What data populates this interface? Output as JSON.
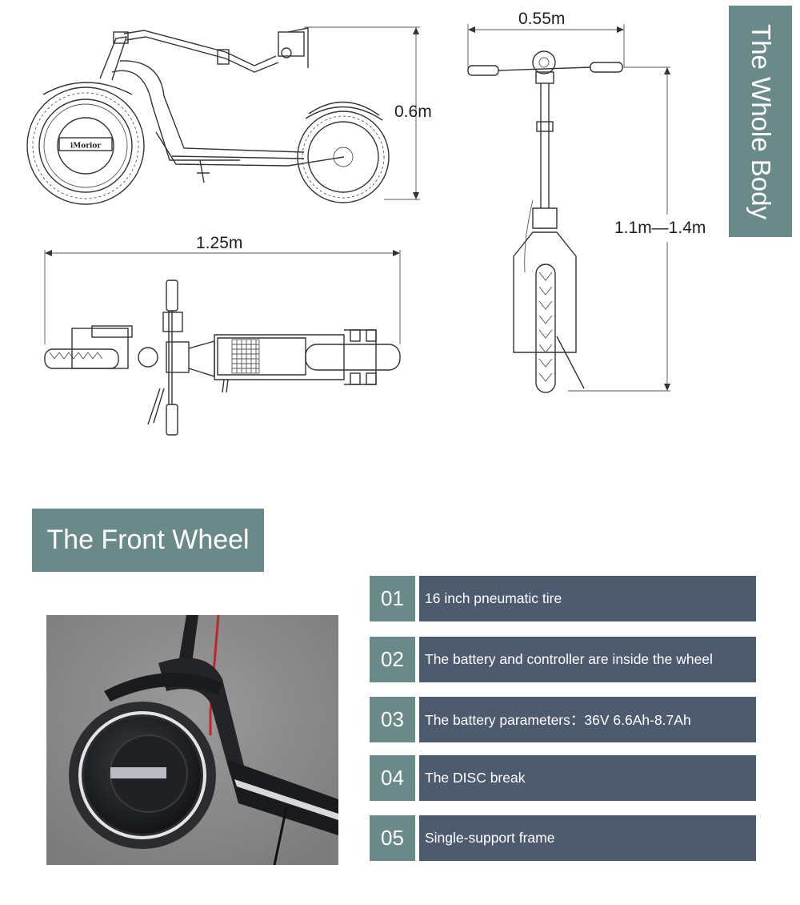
{
  "dimensions": {
    "side_height": "0.6m",
    "top_length": "1.25m",
    "front_width": "0.55m",
    "front_height": "1.1m—1.4m"
  },
  "wheel_logo": "iMorior",
  "section_whole_body": "The Whole Body",
  "section_front_wheel": "The Front Wheel",
  "features": [
    {
      "num": "01",
      "text": "16 inch pneumatic tire"
    },
    {
      "num": "02",
      "text": "The battery and controller are inside the wheel"
    },
    {
      "num": "03",
      "text": "The battery parameters：36V 6.6Ah-8.7Ah"
    },
    {
      "num": "04",
      "text": "The DISC break"
    },
    {
      "num": "05",
      "text": "Single-support frame"
    }
  ],
  "colors": {
    "banner": "#6a8a8a",
    "feature_text_bg": "#4e5a6e",
    "photo_bg": "#8b8b8b"
  }
}
